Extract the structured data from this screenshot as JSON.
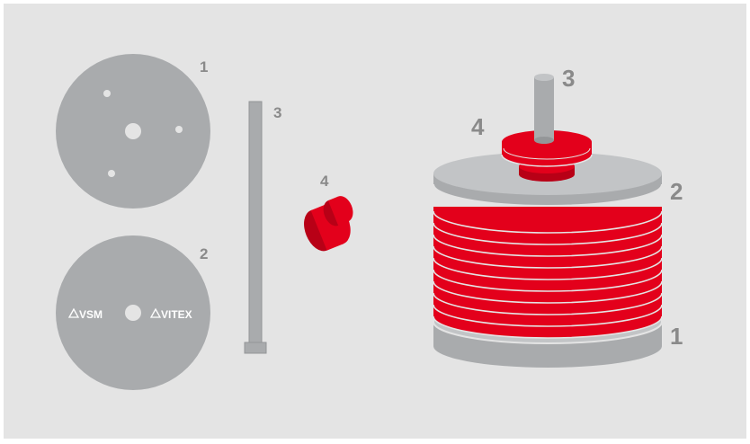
{
  "colors": {
    "page_background": "#ffffff",
    "panel_background": "#e4e4e4",
    "part_gray": "#a9abad",
    "part_gray_dark": "#949698",
    "part_gray_light": "#c2c4c6",
    "accent_red": "#e3001b",
    "accent_red_dark": "#b80016",
    "label_gray": "#8a8a8a",
    "logo_white": "#ffffff"
  },
  "labels": {
    "left_disc_1": "1",
    "left_disc_2": "2",
    "left_rod": "3",
    "left_cap": "4",
    "assembly_rod": "3",
    "assembly_cap": "4",
    "assembly_top_disc": "2",
    "assembly_bottom_disc": "1"
  },
  "logos": {
    "vsm": "VSM",
    "vitex": "VITEX"
  },
  "assembly": {
    "red_disc_count": 10
  }
}
